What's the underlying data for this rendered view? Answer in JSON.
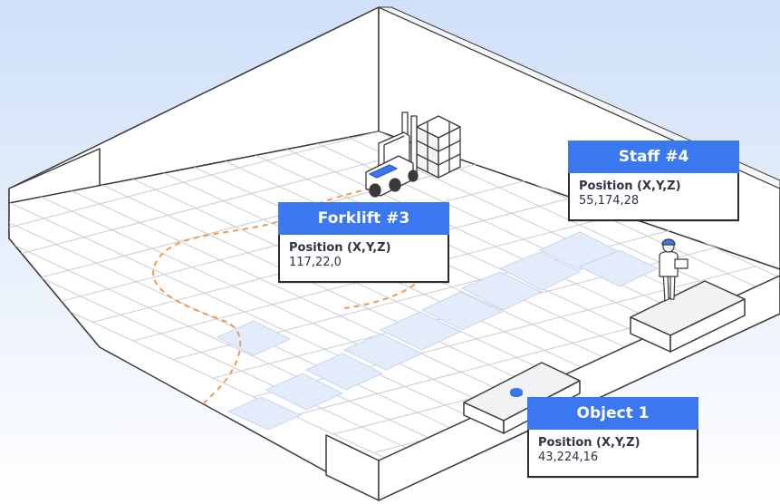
{
  "colors": {
    "sky_top": "#cfe0f8",
    "sky_bottom": "#ffffff",
    "accent": "#3b78f0",
    "path": "#ef9a55",
    "highlight": "#e6eefc",
    "outline": "#3a3a3a",
    "grid": "#c9ccd1"
  },
  "labels": [
    {
      "id": "forklift",
      "title": "Forklift #3",
      "position_label": "Position (X,Y,Z)",
      "position_value": "117,22,0"
    },
    {
      "id": "staff",
      "title": "Staff #4",
      "position_label": "Position (X,Y,Z)",
      "position_value": "55,174,28"
    },
    {
      "id": "object",
      "title": "Object 1",
      "position_label": "Position (X,Y,Z)",
      "position_value": "43,224,16"
    }
  ],
  "icons": [
    "forklift-icon",
    "staff-person-icon",
    "object-sensor-icon"
  ]
}
